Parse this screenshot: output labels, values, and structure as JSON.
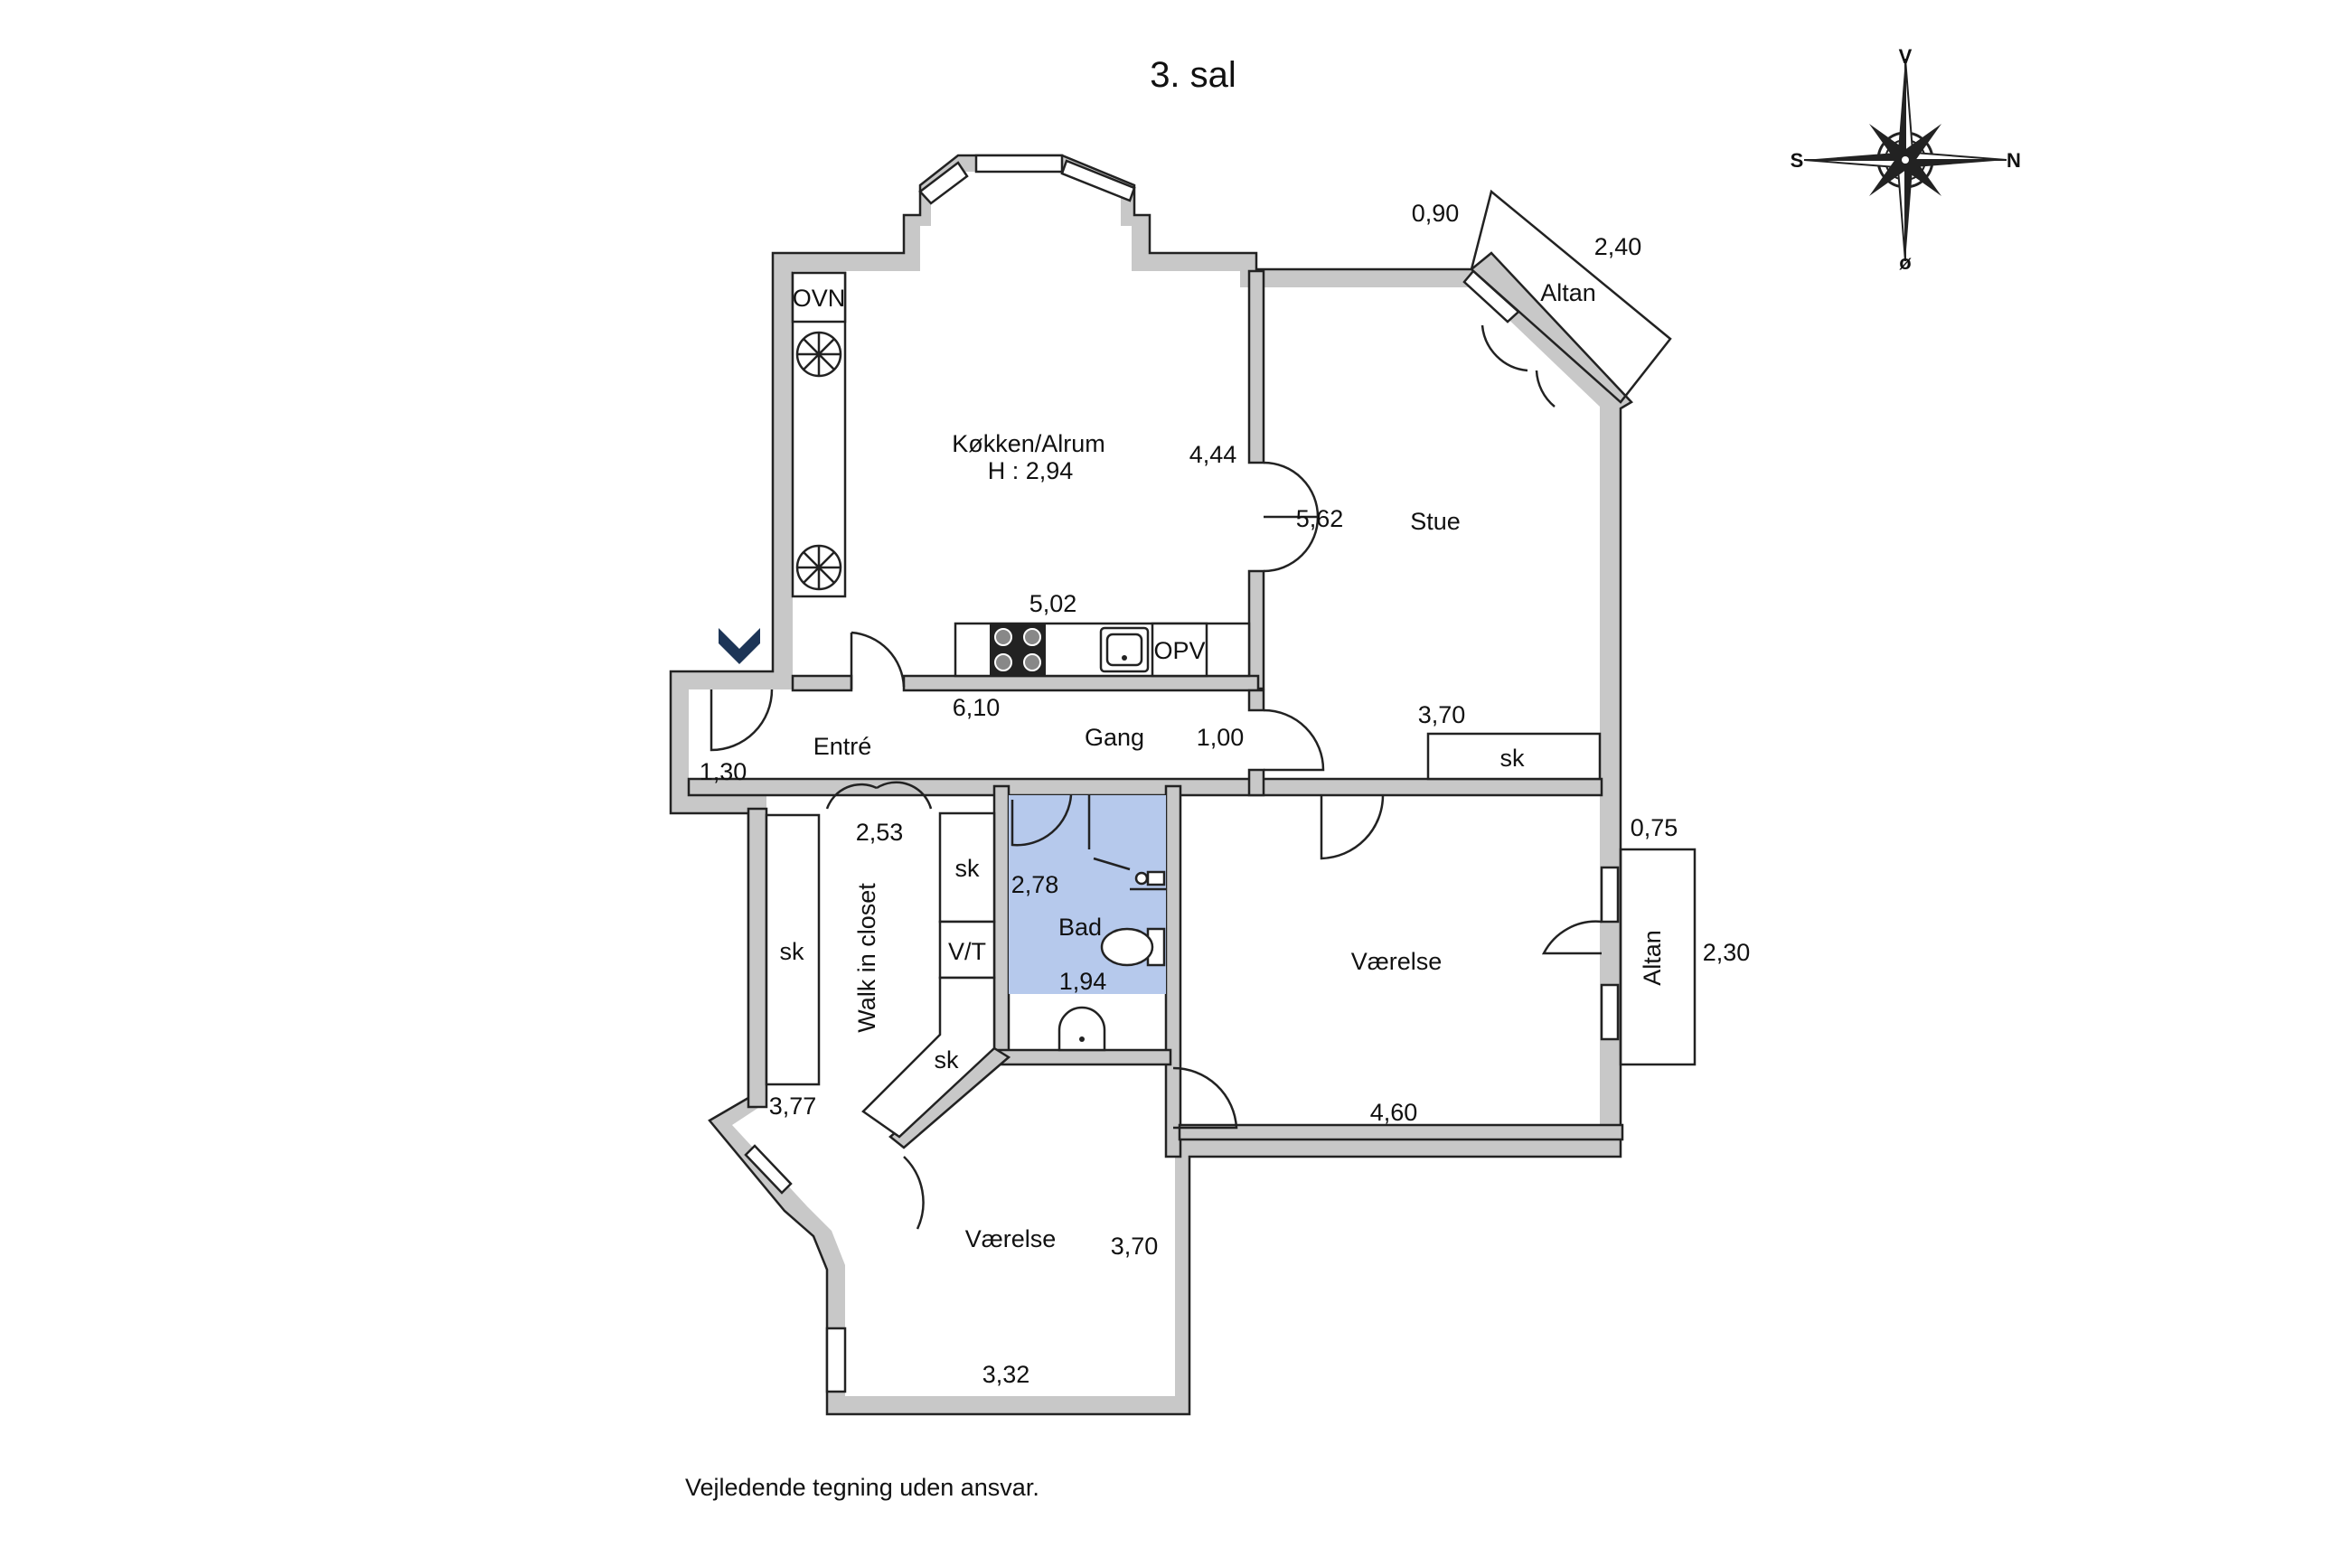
{
  "title": "3. sal",
  "disclaimer": "Vejledende tegning uden ansvar.",
  "compass": {
    "north": "V",
    "south": "ø",
    "west": "S",
    "east": "N"
  },
  "rooms": {
    "kitchen": "Køkken/Alrum",
    "kitchen_height": "H : 2,94",
    "stue": "Stue",
    "altan_top": "Altan",
    "altan_right": "Altan",
    "entre": "Entré",
    "gang": "Gang",
    "bad": "Bad",
    "walkin": "Walk in closet",
    "vaerelse_right": "Værelse",
    "vaerelse_bottom": "Værelse"
  },
  "fixtures": {
    "ovn": "OVN",
    "opv": "OPV",
    "sk_stue": "sk",
    "sk_hall": "sk",
    "sk_closet_left": "sk",
    "sk_closet_bottom": "sk",
    "vt": "V/T"
  },
  "dimensions": {
    "altan_top_w": "0,90",
    "altan_top_l": "2,40",
    "kitchen_h": "4,44",
    "stue_h": "5,62",
    "kitchen_w": "5,02",
    "gang_w": "6,10",
    "gang_d": "1,00",
    "stue_w": "3,70",
    "entre_w": "1,30",
    "closet_w": "2,53",
    "bad_h": "2,78",
    "bad_w": "1,94",
    "altan_right_w": "0,75",
    "altan_right_l": "2,30",
    "closet_h": "3,77",
    "vaerelse_right_w": "4,60",
    "vaerelse_bottom_h": "3,70",
    "vaerelse_bottom_w": "3,32"
  }
}
